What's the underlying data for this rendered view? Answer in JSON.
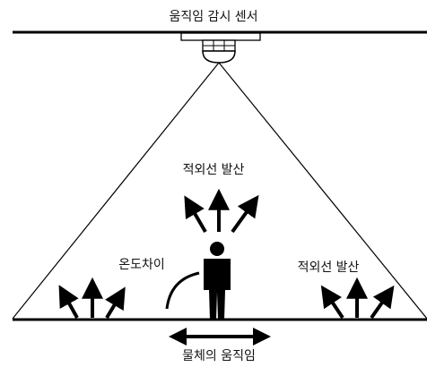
{
  "labels": {
    "sensor_title": "움직임 감시 센서",
    "ir_emission_center": "적외선 발산",
    "ir_emission_right": "적외선 발산",
    "temperature_difference": "온도차이",
    "object_motion": "물체의 움직임"
  },
  "colors": {
    "line": "#000000",
    "background": "#ffffff"
  },
  "icons": {
    "sensor": "motion-sensor-icon",
    "person": "person-icon",
    "arrow": "arrow-icon"
  }
}
